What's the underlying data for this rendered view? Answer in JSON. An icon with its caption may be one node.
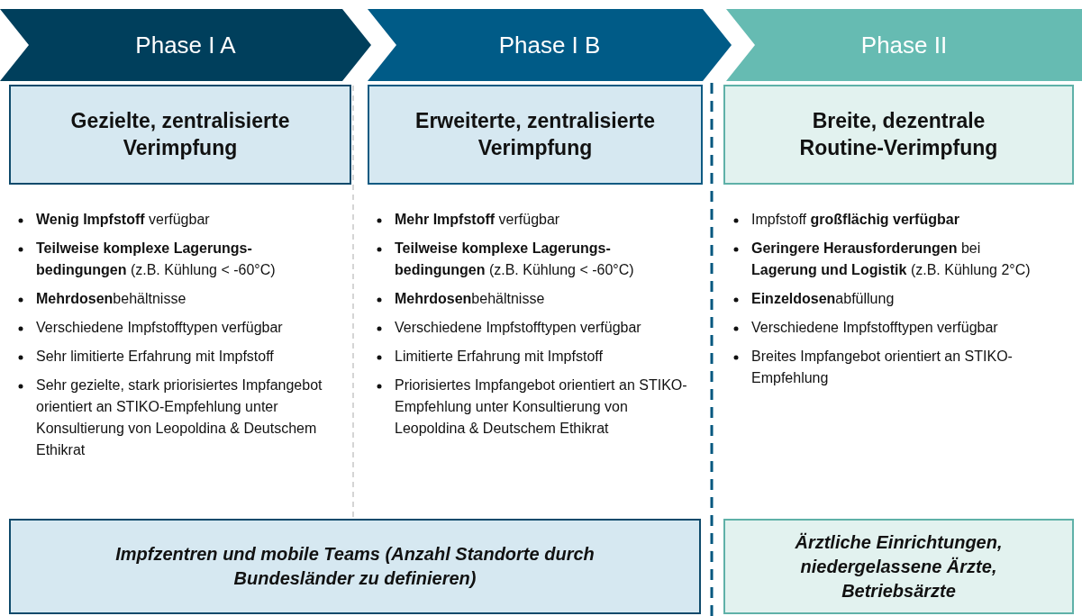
{
  "diagram": {
    "nodes": [
      {
        "text": [
          "Phase I A"
        ]
      },
      {
        "text": [
          "Phase I B"
        ]
      },
      {
        "text": [
          "Phase II"
        ]
      },
      {
        "text": [
          "Gezielte, zentralisierte Verimpfung"
        ]
      },
      {
        "text": [
          "Erweiterte, zentralisierte Verimpfung"
        ]
      },
      {
        "text": [
          "Breite, dezentrale Routine-Verimpfung"
        ]
      },
      {
        "text": [
          "Impfzentren und mobile Teams (Anzahl Standorte durch Bundesländer zu definieren)"
        ]
      },
      {
        "text": [
          "Ärztliche Einrichtungen, niedergelassene Ärzte, Betriebsärzte"
        ]
      }
    ],
    "edges": [],
    "labels": [
      "**Wenig Impfstoff** verfügbar",
      "**Teilweise komplexe Lagerungs-bedingungen** (z.B. Kühlung < -60°C)",
      "**Mehrdosen**behältnisse",
      "Verschiedene Impfstofftypen verfügbar",
      "Sehr limitierte Erfahrung mit Impfstoff",
      "Sehr gezielte, stark priorisiertes Impfangebot orientiert an STIKO-Empfehlung unter Konsultierung von Leopoldina & Deutschem Ethikrat",
      "**Mehr Impfstoff** verfügbar",
      "**Teilweise komplexe Lagerungs-bedingungen** (z.B. Kühlung < -60°C)",
      "**Mehrdosen**behältnisse",
      "Verschiedene Impfstofftypen verfügbar",
      "Limitierte Erfahrung mit Impfstoff",
      "Priorisiertes Impfangebot orientiert an STIKO-Empfehlung unter Konsultierung von Leopoldina & Deutschem Ethikrat",
      "Impfstoff **großflächig verfügbar**",
      "**Geringere Herausforderungen** bei **Lagerung und Logistik** (z.B. Kühlung 2°C)",
      "**Einzeldosen**abfüllung",
      "Verschiedene Impfstofftypen verfügbar",
      "Breites Impfangebot orientiert an STIKO-Empfehlung"
    ]
  }
}
